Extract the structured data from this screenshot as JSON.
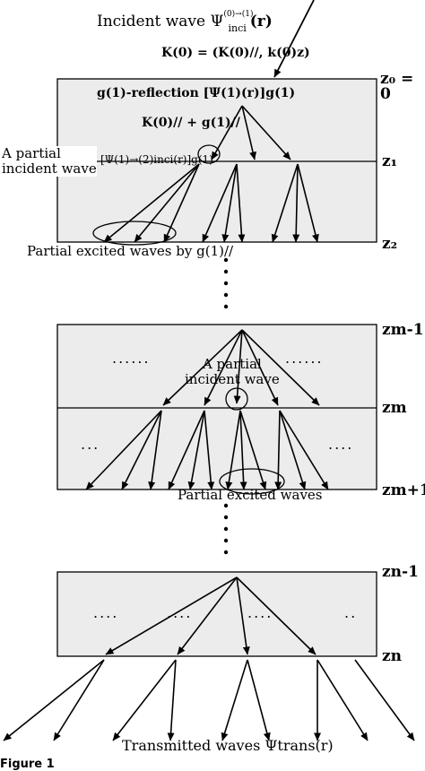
{
  "labels": {
    "incident_wave": "Incident wave Ψ",
    "incident_wave_sup": "(0)→(1)",
    "incident_wave_sub": "inci",
    "incident_wave_arg": "(r)",
    "k0_eq": "K(0) = (K(0)//, k(0)z)",
    "g_reflection": "g(1)-reflection [Ψ(1)(r)]g(1)",
    "k_plus_g": "K(0)// + g(1)//",
    "partial_incident_wave_top_line1": "A partial",
    "partial_incident_wave_top_line2": "incident wave",
    "partial_incident_math": "[Ψ(1)→(2)inci(r)]g(1)",
    "partial_excited_by_g": "Partial excited waves by g(1)//",
    "partial_incident_mid_line1": "A partial",
    "partial_incident_mid_line2": "incident wave",
    "partial_excited_waves": "Partial excited waves",
    "transmitted_waves": "Transmitted waves Ψtrans(r)",
    "figure_caption": "Figure 1"
  },
  "z_labels": {
    "z0": "z₀ = 0",
    "z1": "z₁",
    "z2": "z₂",
    "zm_minus_1": "zm-1",
    "zm": "zm",
    "zm_plus_1": "zm+1",
    "zn_minus_1": "zn-1",
    "zn": "zn"
  },
  "ellipsis": {
    "dots6": "......",
    "dots4": "....",
    "dots3": "...",
    "dots2": ".."
  },
  "colors": {
    "layer_fill": "#ececec",
    "stroke": "#000000"
  }
}
